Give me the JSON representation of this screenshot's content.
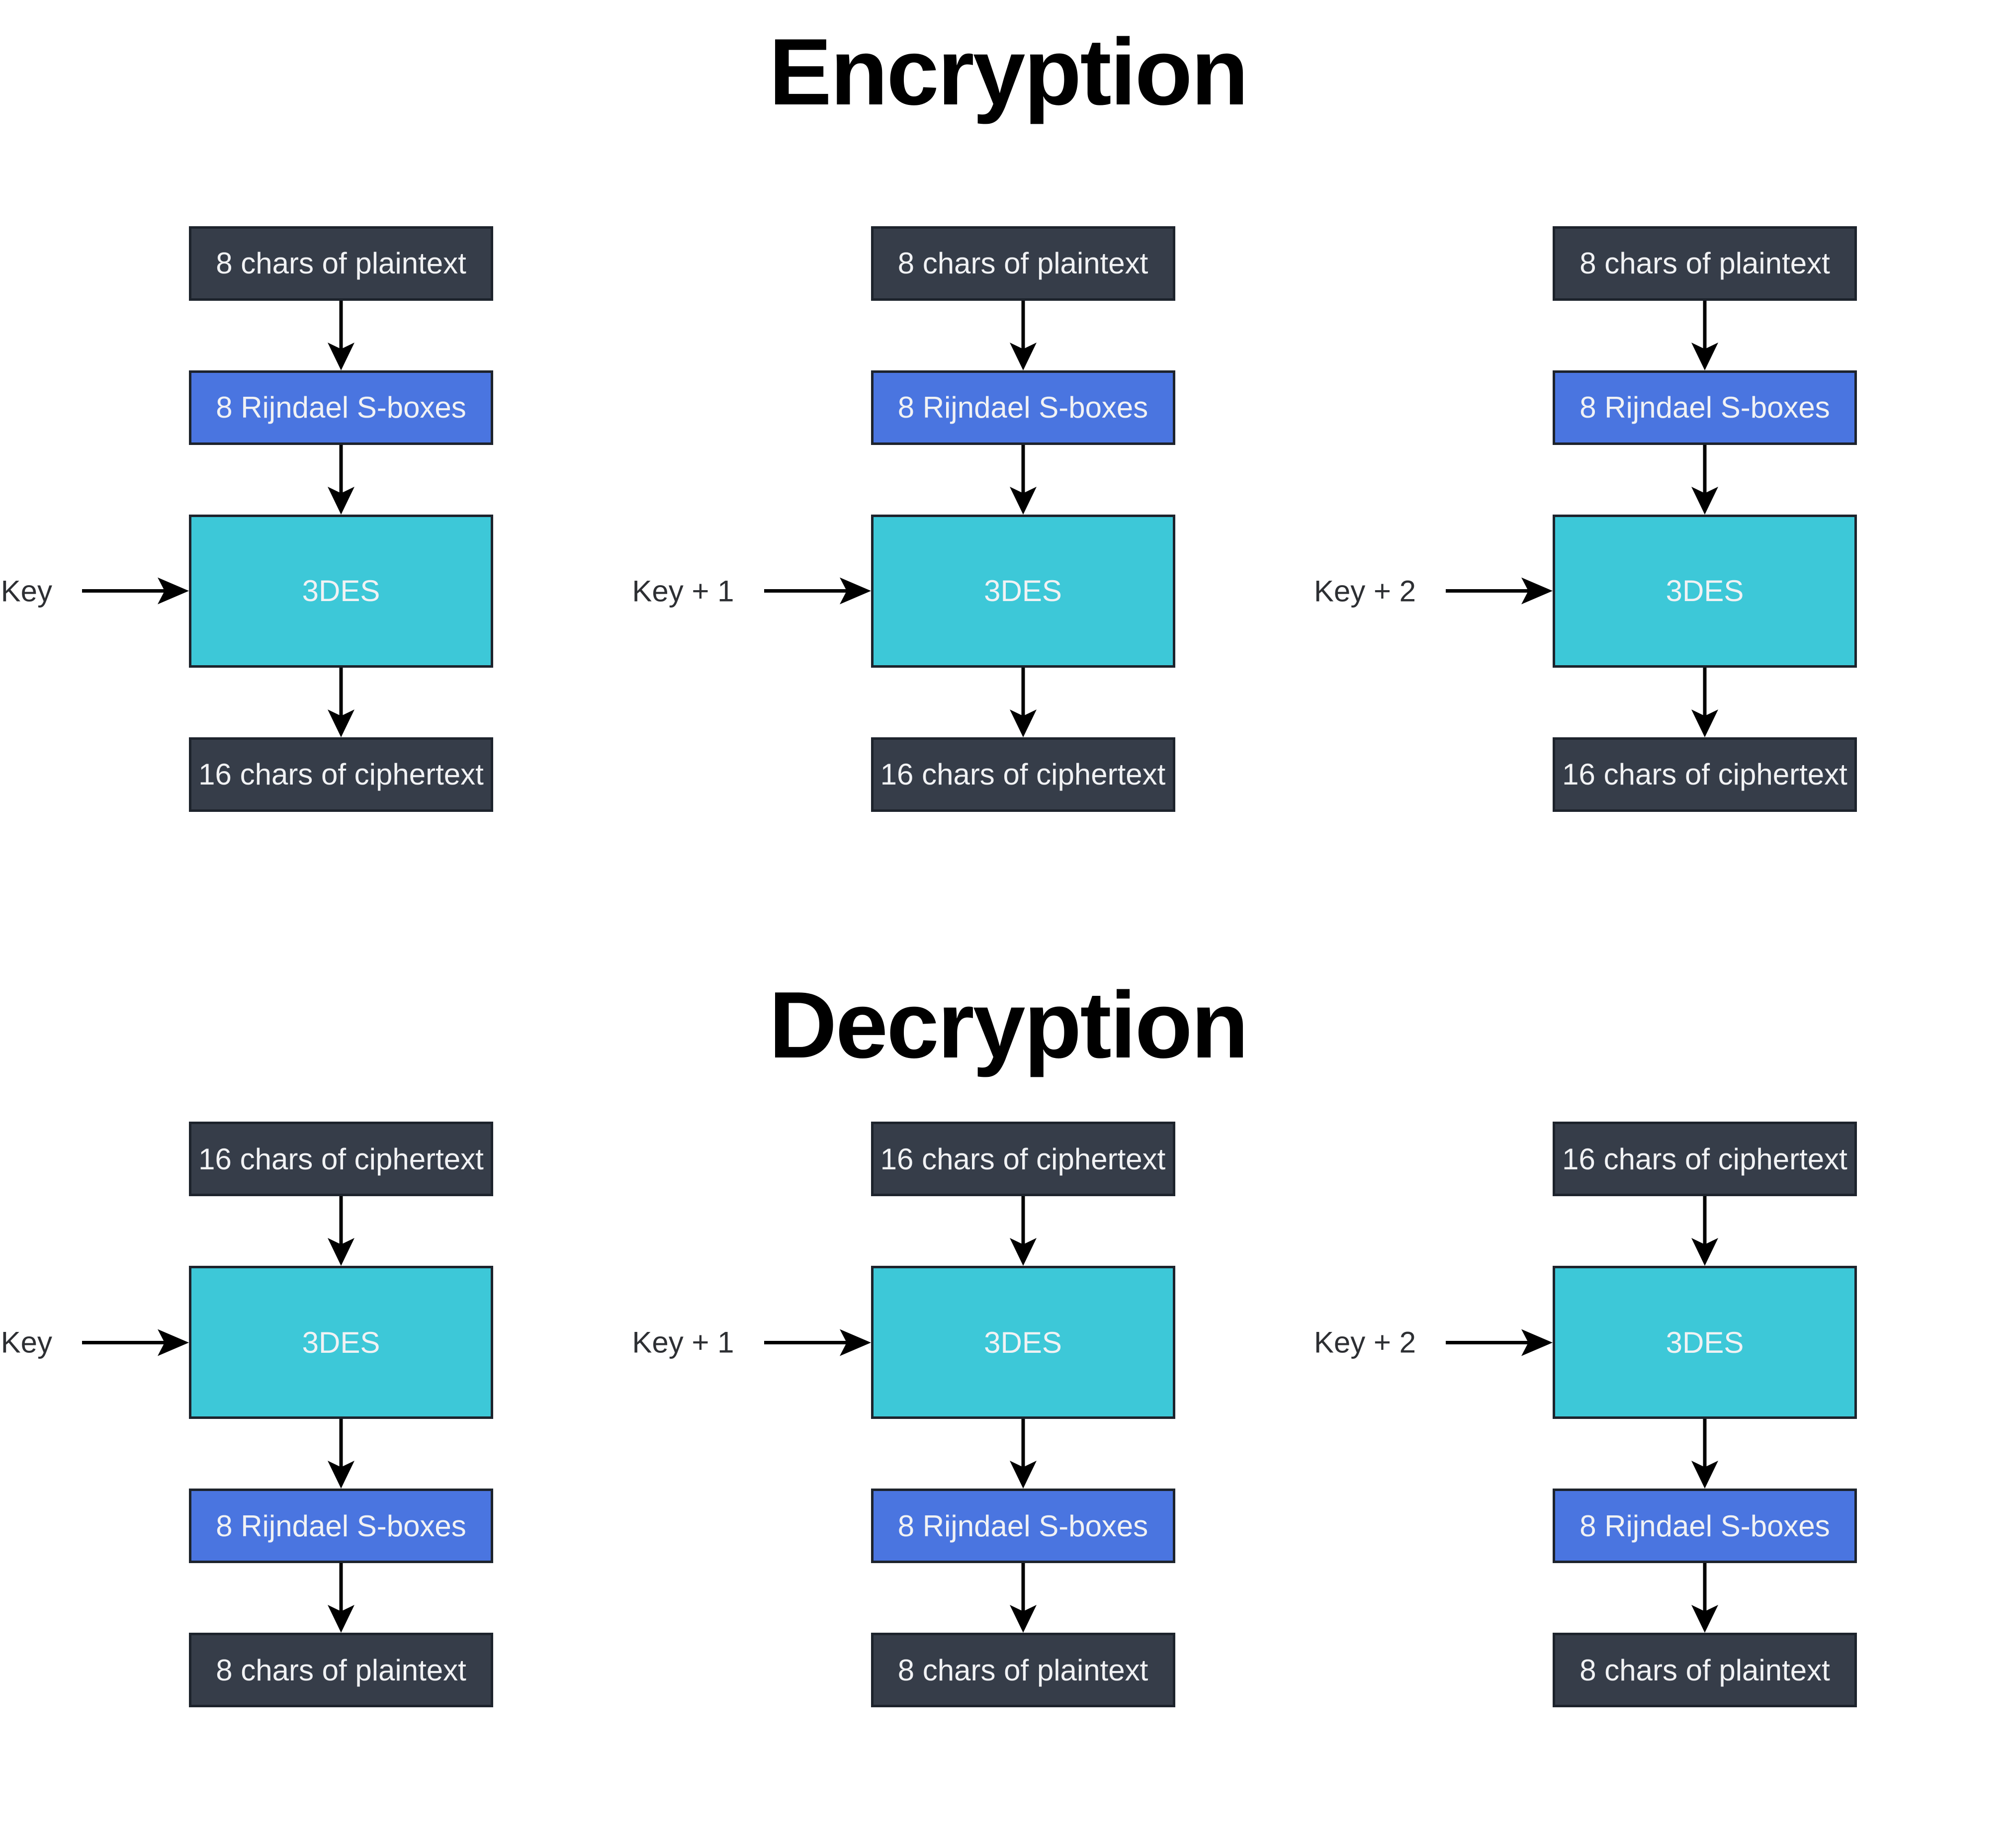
{
  "colors": {
    "box_dark": "#363d49",
    "box_blue": "#4a75e0",
    "box_cyan": "#3dc8d8",
    "box_border": "#1d232c",
    "box_text": "#f1f2f4",
    "key_text": "#2d2f33",
    "arrow": "#000000",
    "title_text": "#000000",
    "page_bg": "#ffffff"
  },
  "sections": [
    {
      "title": "Encryption",
      "columns": [
        {
          "key_label": "Key",
          "steps": [
            "8 chars of plaintext",
            "8 Rijndael S-boxes",
            "3DES",
            "16 chars of ciphertext"
          ]
        },
        {
          "key_label": "Key + 1",
          "steps": [
            "8 chars of plaintext",
            "8 Rijndael S-boxes",
            "3DES",
            "16 chars of ciphertext"
          ]
        },
        {
          "key_label": "Key + 2",
          "steps": [
            "8 chars of plaintext",
            "8 Rijndael S-boxes",
            "3DES",
            "16 chars of ciphertext"
          ]
        }
      ]
    },
    {
      "title": "Decryption",
      "columns": [
        {
          "key_label": "Key",
          "steps": [
            "16 chars of ciphertext",
            "3DES",
            "8 Rijndael S-boxes",
            "8 chars of plaintext"
          ]
        },
        {
          "key_label": "Key + 1",
          "steps": [
            "16 chars of ciphertext",
            "3DES",
            "8 Rijndael S-boxes",
            "8 chars of plaintext"
          ]
        },
        {
          "key_label": "Key + 2",
          "steps": [
            "16 chars of ciphertext",
            "3DES",
            "8 Rijndael S-boxes",
            "8 chars of plaintext"
          ]
        }
      ]
    }
  ]
}
